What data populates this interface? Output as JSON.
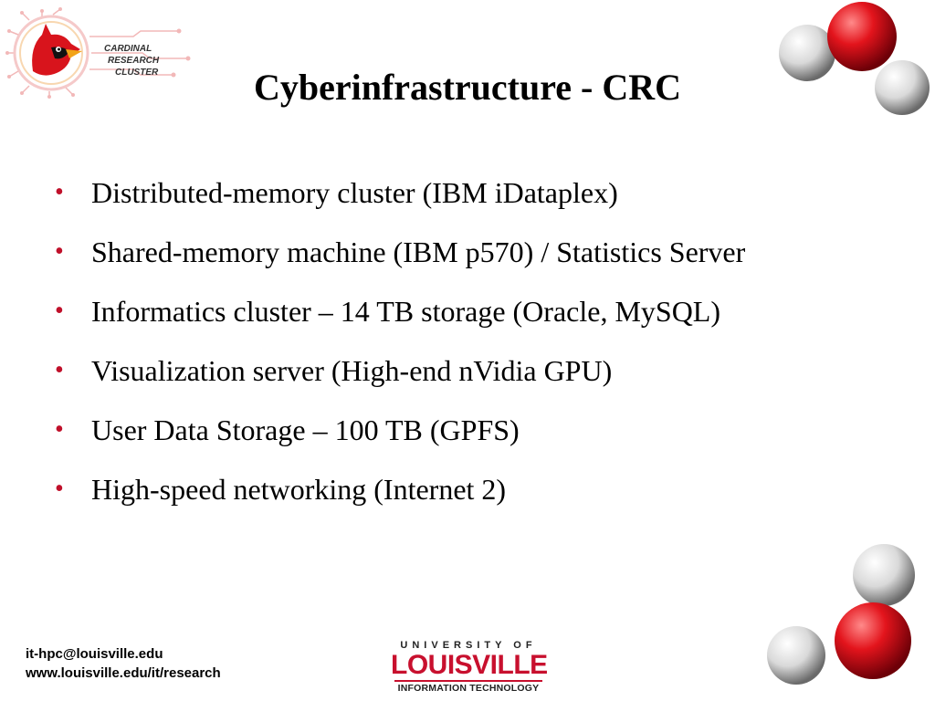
{
  "slide": {
    "title": "Cyberinfrastructure - CRC",
    "bullets": [
      "Distributed-memory cluster (IBM iDataplex)",
      "Shared-memory machine (IBM p570) / Statistics Server",
      "Informatics cluster – 14 TB storage (Oracle, MySQL)",
      "Visualization server (High-end nVidia GPU)",
      "User Data Storage – 100 TB (GPFS)",
      "High-speed networking (Internet 2)"
    ],
    "bullet_glyph": "•"
  },
  "logo": {
    "line1": "CARDINAL",
    "line2": "RESEARCH",
    "line3": "CLUSTER"
  },
  "footer": {
    "email": "it-hpc@louisville.edu",
    "url": "www.louisville.edu/it/research",
    "university_top": "UNIVERSITY OF",
    "university_main": "LOUISVILLE",
    "university_sub": "INFORMATION TECHNOLOGY"
  },
  "colors": {
    "bullet": "#c0102a",
    "brand_red": "#c8102e",
    "atom_red": "#e3141c",
    "atom_white": "#e8e8e8"
  },
  "icons": {
    "logo": "cardinal-bird-icon",
    "molecule": "water-molecule-icon"
  }
}
